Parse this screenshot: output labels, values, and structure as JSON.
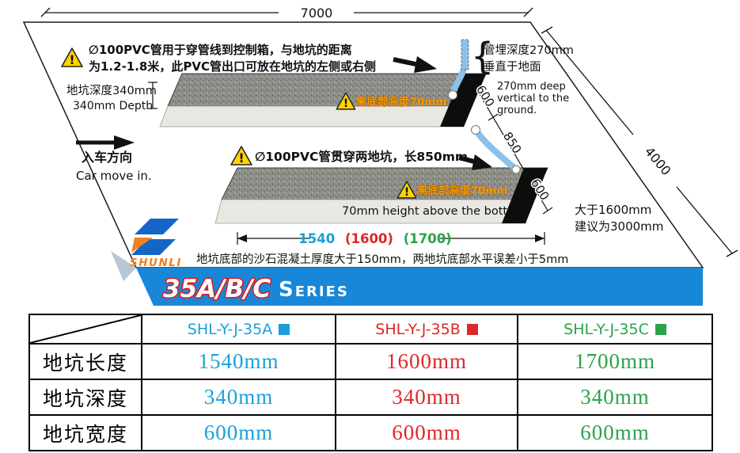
{
  "diagram": {
    "warn_mark": "!",
    "dim_overall_width": "7000",
    "dim_overall_depth": "4000",
    "warning_top_line1": "∅100PVC管用于穿管线到控制箱，与地坑的距离",
    "warning_top_line2": "为1.2-1.8米，此PVC管出口可放在地坑的左侧或右侧",
    "pit_depth_cn": "地坑深度340mm",
    "pit_depth_en": "340mm Depth",
    "brace": "{",
    "pipe_depth_cn_line1": "管埋深度270mm",
    "pipe_depth_cn_line2": "垂直于地面",
    "pipe_depth_en_line1": "270mm deep",
    "pipe_depth_en_line2": "vertical to the",
    "pipe_depth_en_line3": "ground.",
    "dim_pit1_width": "600",
    "dim_gap": "850",
    "dim_pit2_width": "600",
    "car_direction_cn": "入车方向",
    "car_direction_en": "Car move in.",
    "warning_mid": "∅100PVC管贯穿两地坑，长850mm",
    "height_above_bottom_cn": "离底部高度70mm",
    "height_above_bottom_en": "70mm height above the bottom",
    "greater_than": "大于1600mm",
    "suggestion": "建议为3000mm",
    "dim_length_a": "1540",
    "dim_length_b": "(1600)",
    "dim_length_c": "(1700)",
    "bottom_note": "地坑底部的沙石混凝土厚度大于150mm，两地坑底部水平误差小于5mm",
    "logo_text": "SHUNLI",
    "banner_model": "35A/B/C",
    "banner_series": "Series"
  },
  "colors": {
    "banner_blue": "#1887d8",
    "model_a_blue": "#1b9fd9",
    "model_b_red": "#de2727",
    "model_c_green": "#2aa34a",
    "pipe_blue": "#8cc0e8",
    "warning_yellow": "#ffd400",
    "logo_orange": "#f08020",
    "logo_blue": "#1565c8"
  },
  "table": {
    "columns": [
      {
        "model": "SHL-Y-J-35A",
        "color": "#1b9fd9"
      },
      {
        "model": "SHL-Y-J-35B",
        "color": "#de2727"
      },
      {
        "model": "SHL-Y-J-35C",
        "color": "#2aa34a"
      }
    ],
    "rows": [
      {
        "label": "地坑长度",
        "values": [
          "1540mm",
          "1600mm",
          "1700mm"
        ]
      },
      {
        "label": "地坑深度",
        "values": [
          "340mm",
          "340mm",
          "340mm"
        ]
      },
      {
        "label": "地坑宽度",
        "values": [
          "600mm",
          "600mm",
          "600mm"
        ]
      }
    ]
  }
}
